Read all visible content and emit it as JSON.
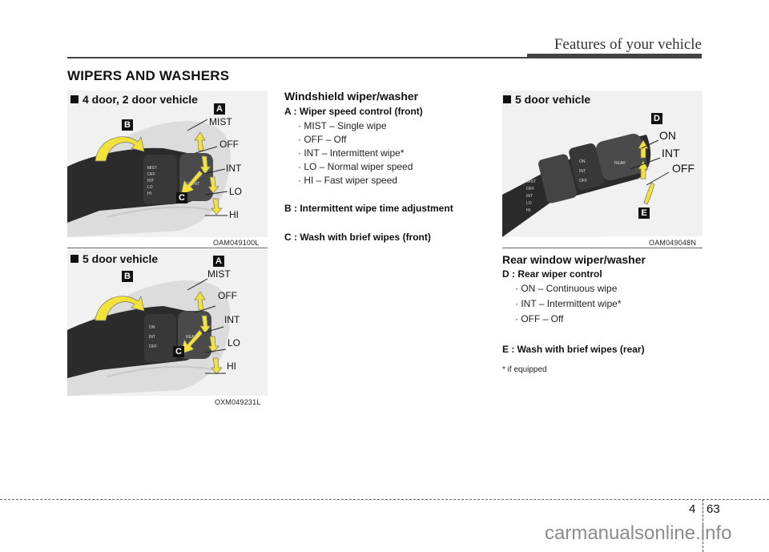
{
  "header": {
    "chapter_title": "Features of your vehicle"
  },
  "section": {
    "title": "WIPERS AND WASHERS"
  },
  "figures": [
    {
      "caption": "4 door, 2 door vehicle",
      "code": "OAM049100L",
      "badges": [
        "A",
        "B",
        "C"
      ],
      "positions": [
        "MIST",
        "OFF",
        "INT",
        "LO",
        "HI"
      ],
      "knob_labels": [
        "MIST",
        "OFF",
        "INT",
        "LO",
        "HI",
        "FRONT"
      ]
    },
    {
      "caption": "5 door vehicle",
      "code": "OXM049231L",
      "badges": [
        "A",
        "B",
        "C"
      ],
      "positions": [
        "MIST",
        "OFF",
        "INT",
        "LO",
        "HI"
      ],
      "knob_labels": [
        "ON",
        "INT",
        "OFF",
        "REAR"
      ]
    },
    {
      "caption": "5 door vehicle",
      "code": "OAM049048N",
      "badges": [
        "D",
        "E"
      ],
      "positions": [
        "ON",
        "INT",
        "OFF"
      ],
      "knob_labels": [
        "ON",
        "INT",
        "OFF",
        "REAR"
      ]
    }
  ],
  "windshield": {
    "heading": "Windshield wiper/washer",
    "items": [
      {
        "label": "A : Wiper speed control (front)",
        "bullets": [
          "· MIST – Single wipe",
          "· OFF – Off",
          "· INT – Intermittent wipe*",
          "· LO – Normal wiper speed",
          "· HI – Fast wiper speed"
        ]
      },
      {
        "label": "B : Intermittent wipe time adjustment"
      },
      {
        "label": "C : Wash with brief wipes (front)"
      }
    ]
  },
  "rear": {
    "heading": "Rear window wiper/washer",
    "items": [
      {
        "label": "D : Rear wiper control",
        "bullets": [
          "· ON – Continuous wipe",
          "· INT – Intermittent wipe*",
          "· OFF – Off"
        ]
      },
      {
        "label": "E : Wash with brief wipes (rear)"
      }
    ],
    "footnote": "* if equipped"
  },
  "footer": {
    "section_number": "4",
    "page_number": "63",
    "watermark": "carmanualsonline.info"
  },
  "colors": {
    "arrow_yellow": "#f2e23a",
    "panel_bg": "#f1f1f1",
    "stalk_dark": "#2b2b2b"
  }
}
